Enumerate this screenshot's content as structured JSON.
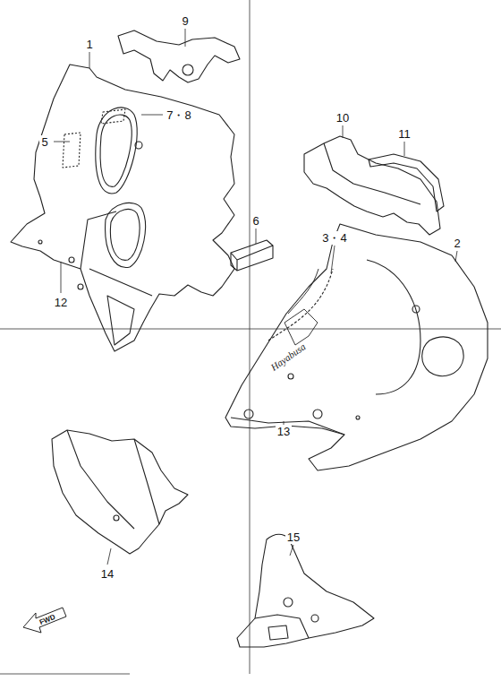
{
  "diagram": {
    "labels": [
      "1",
      "9",
      "7・8",
      "5",
      "10",
      "11",
      "6",
      "3・4",
      "2",
      "12",
      "13",
      "14",
      "15",
      "Hayabusa",
      "FWD"
    ]
  }
}
